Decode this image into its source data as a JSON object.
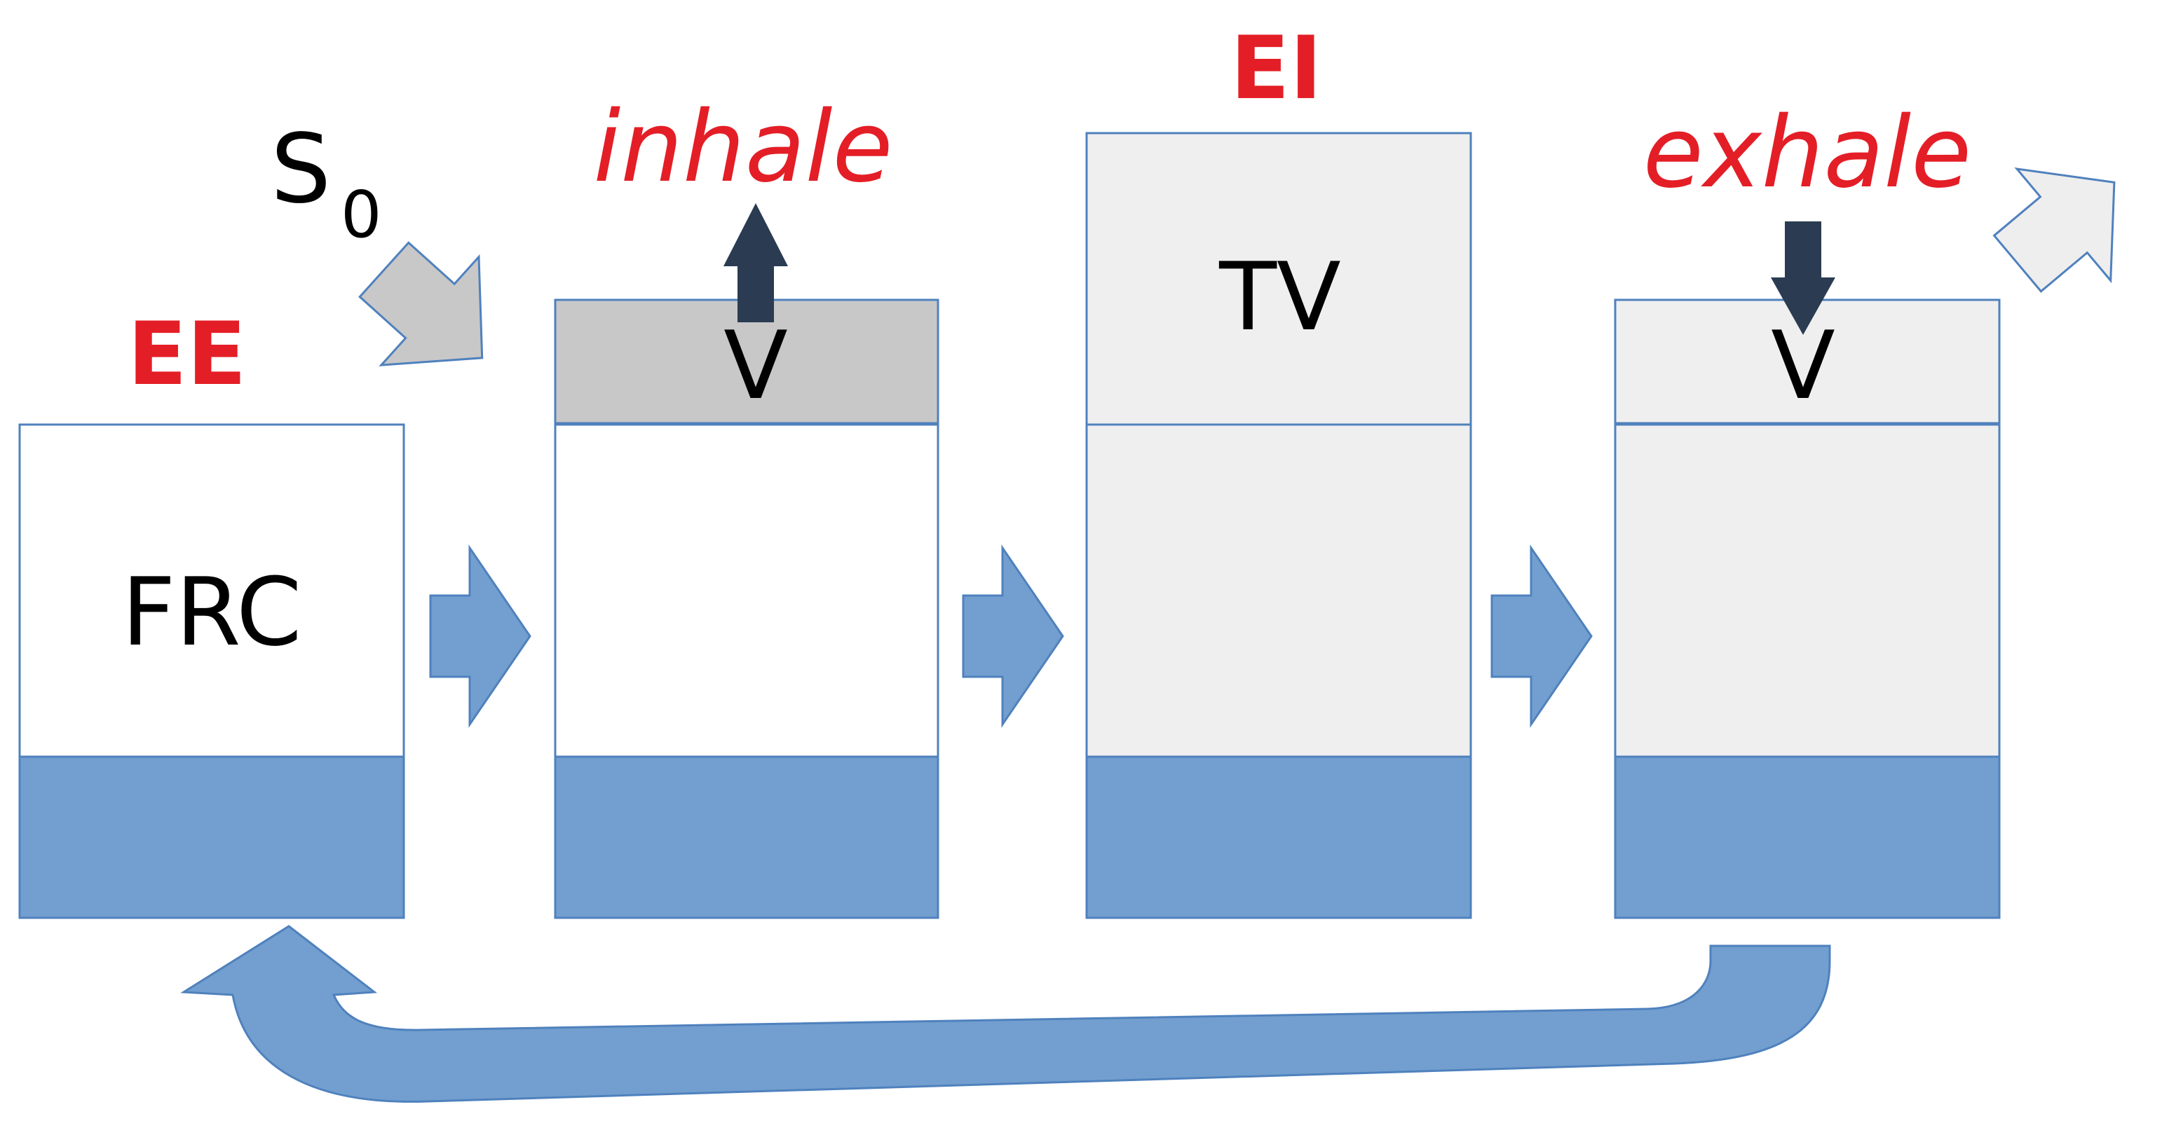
{
  "labels": {
    "ee": "EE",
    "ei": "EI",
    "inhale": "inhale",
    "exhale": "exhale",
    "s0_main": "S",
    "s0_sub": "0",
    "frc": "FRC",
    "v_inhale": "V",
    "tv": "TV",
    "v_exhale": "V"
  },
  "colors": {
    "label_red": "#e41e26",
    "box_outline": "#4f81bd",
    "fluid_blue": "#729fcf",
    "inhaled_gray": "#c8c8c8",
    "light_gray": "#efefef",
    "vertical_arrow": "#2a3b52",
    "outlet_arrow_fill": "#eeeeee",
    "inlet_arrow_fill": "#c8c8c8"
  },
  "icons": {
    "step_arrow": "right-block-arrow-icon",
    "inlet_arrow": "down-right-block-arrow-icon",
    "outlet_arrow": "up-right-block-arrow-icon",
    "inhale_arrow": "up-arrow-icon",
    "exhale_arrow": "down-arrow-icon",
    "cycle_arrow": "return-u-turn-arrow-icon"
  }
}
